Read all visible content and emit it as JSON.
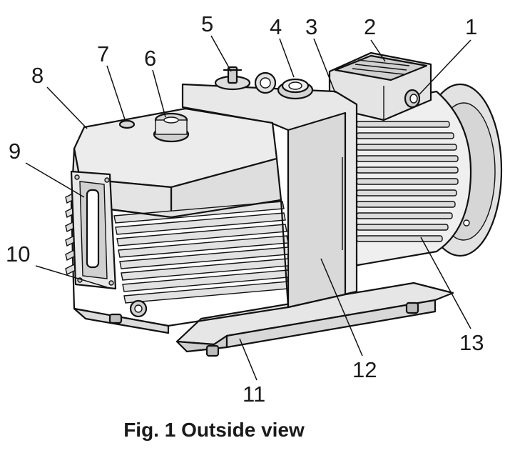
{
  "caption": "Fig. 1 Outside view",
  "callouts": [
    {
      "id": "1",
      "text": "1"
    },
    {
      "id": "2",
      "text": "2"
    },
    {
      "id": "3",
      "text": "3"
    },
    {
      "id": "4",
      "text": "4"
    },
    {
      "id": "5",
      "text": "5"
    },
    {
      "id": "6",
      "text": "6"
    },
    {
      "id": "7",
      "text": "7"
    },
    {
      "id": "8",
      "text": "8"
    },
    {
      "id": "9",
      "text": "9"
    },
    {
      "id": "10",
      "text": "10"
    },
    {
      "id": "11",
      "text": "11"
    },
    {
      "id": "12",
      "text": "12"
    },
    {
      "id": "13",
      "text": "13"
    }
  ],
  "colors": {
    "line": "#111111",
    "body_fill": "#ececec",
    "shade_fill": "#d2d2d2",
    "dark_fill": "#9a9a9a",
    "background": "#ffffff"
  }
}
